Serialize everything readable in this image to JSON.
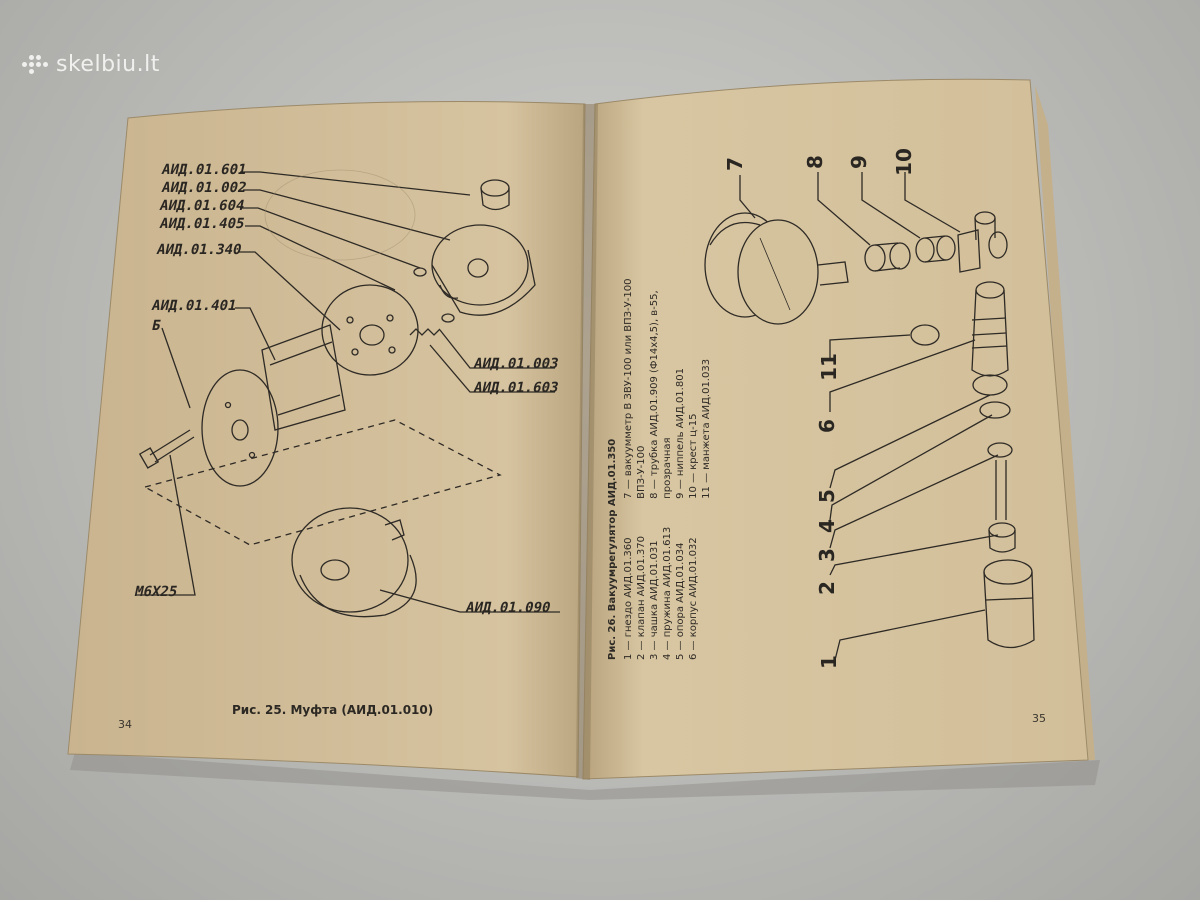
{
  "watermark": "skelbiu.lt",
  "left_page": {
    "page_number": "34",
    "caption": "Рис. 25. Муфта (АИД.01.010)",
    "part_labels": [
      "АИД.01.601",
      "АИД.01.002",
      "АИД.01.604",
      "АИД.01.405",
      "АИД.01.340",
      "АИД.01.401",
      "Б",
      "АИД.01.003",
      "АИД.01.603",
      "М6Х25",
      "АИД.01.090"
    ]
  },
  "right_page": {
    "page_number": "35",
    "caption": "Рис. 26. Вакуумрегулятор АИД.01.350",
    "legend_col1": [
      "1 — гнездо АИД.01.360",
      "2 — клапан АИД.01.370",
      "3 — чашка АИД.01.031",
      "4 — пружина АИД.01.613",
      "5 — опора АИД.01.034",
      "6 — корпус АИД.01.032"
    ],
    "legend_col2": [
      "7 — вакуумметр В ЗВУ-100 или ВПЗ-У-100",
      "ВПЗ-У-100",
      "8 — трубка АИД.01.909 (Ф14х4,5), в-55,",
      "прозрачная",
      "9 — ниппель АИД.01.801",
      "10 — крест ц-15",
      "11 — манжета АИД.01.033"
    ],
    "callouts": [
      "7",
      "8",
      "9",
      "10",
      "11",
      "6",
      "5",
      "4",
      "3",
      "2",
      "1"
    ]
  },
  "colors": {
    "paper": "#d7c4a0",
    "ink": "#2a2622",
    "background": "#bcbcb9"
  }
}
